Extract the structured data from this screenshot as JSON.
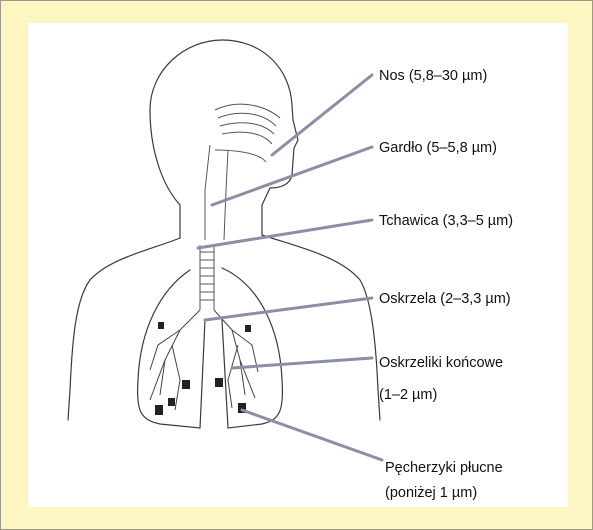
{
  "colors": {
    "background": "#fdf6c3",
    "panel": "#ffffff",
    "pointer_line": "#8a8fa6",
    "outline": "#3a3a3a"
  },
  "labels": {
    "nose": "Nos (5,8–30 µm)",
    "throat": "Gardło (5–5,8 µm)",
    "trachea": "Tchawica (3,3–5 µm)",
    "bronchi": "Oskrzela (2–3,3 µm)",
    "bronchioles_line1": "Oskrzeliki końcowe",
    "bronchioles_line2": "(1–2 µm)",
    "alveoli_line1": "Pęcherzyki płucne",
    "alveoli_line2": "(poniżej 1 µm)"
  }
}
